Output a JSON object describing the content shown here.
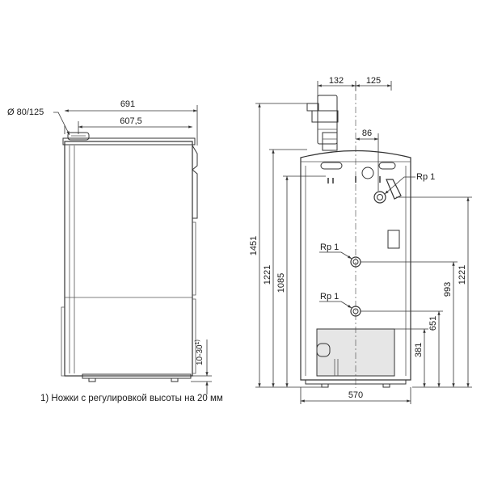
{
  "side_view": {
    "flue_label": "Ø 80/125",
    "overall_depth": "691",
    "body_depth": "607,5",
    "feet_height": "10-30",
    "feet_sup": "1)"
  },
  "front_view": {
    "dim_132": "132",
    "dim_125": "125",
    "dim_86": "86",
    "overall_height": "1451",
    "h_1221_left": "1221",
    "h_1085": "1085",
    "h_1221_right": "1221",
    "h_993": "993",
    "h_651": "651",
    "h_381": "381",
    "width": "570",
    "rp_top": "Rp 1",
    "rp_middle": "Rp 1",
    "rp_bottom": "Rp 1"
  },
  "footnote": "1) Ножки с регулировкой  высоты на 20 мм"
}
